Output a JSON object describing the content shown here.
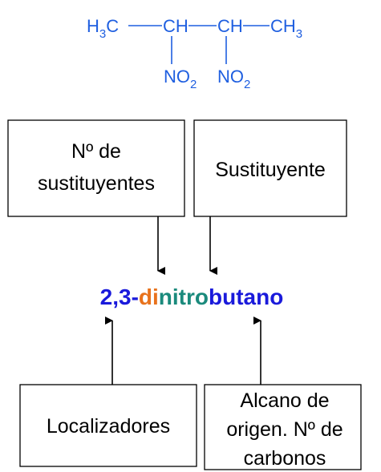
{
  "colors": {
    "formula": "#1f5fe0",
    "locants": "#1a1adb",
    "prefix": "#e8721c",
    "substituent": "#1a8a7c",
    "parent": "#1a1adb",
    "box_border": "#000000",
    "arrow": "#000000"
  },
  "formula": {
    "ch3_left": {
      "main": "H",
      "sub": "3",
      "tail": "C"
    },
    "ch_left": "CH",
    "ch_right": "CH",
    "ch3_right": {
      "main": "CH",
      "sub": "3"
    },
    "no2_left": {
      "main": "NO",
      "sub": "2"
    },
    "no2_right": {
      "main": "NO",
      "sub": "2"
    }
  },
  "boxes": {
    "num_substituents": {
      "lines": [
        "Nº de",
        "sustituyentes"
      ]
    },
    "substituent": {
      "lines": [
        "Sustituyente"
      ]
    },
    "locants": {
      "lines": [
        "Localizadores"
      ]
    },
    "parent_alkane": {
      "lines": [
        "Alcano de",
        "origen. Nº de",
        "carbonos"
      ]
    }
  },
  "compound_name": {
    "locants": "2,3-",
    "prefix": "di",
    "substituent": "nitro",
    "parent": "butano"
  }
}
